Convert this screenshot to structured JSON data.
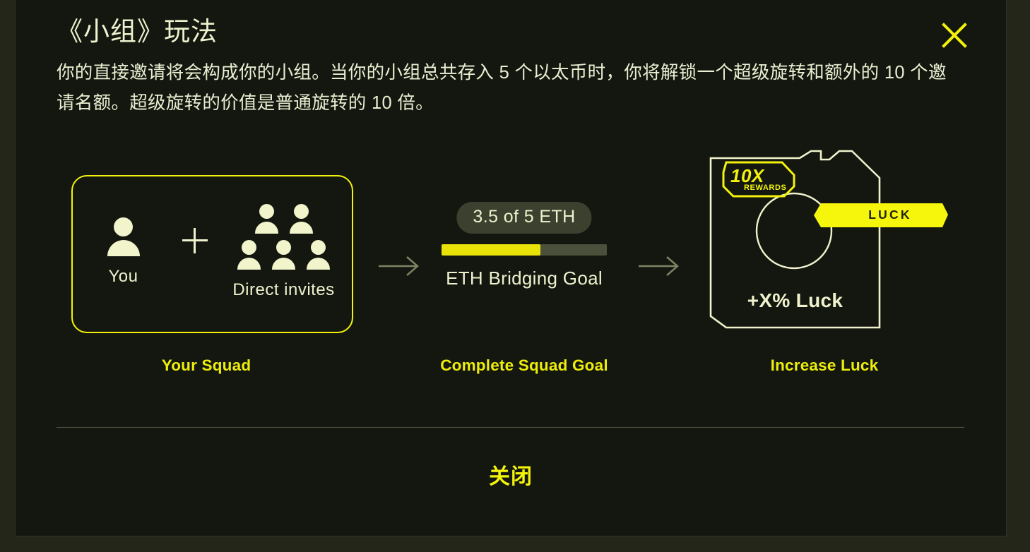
{
  "modal": {
    "title": "《小组》玩法",
    "description": "你的直接邀请将会构成你的小组。当你的小组总共存入 5 个以太币时，你将解锁一个超级旋转和额外的 10 个邀请名额。超级旋转的价值是普通旋转的 10 倍。",
    "close_icon": "close-x-icon",
    "close_button_label": "关闭"
  },
  "steps": [
    {
      "caption": "Your Squad",
      "you_label": "You",
      "invites_label": "Direct invites",
      "plus_icon": "plus-icon",
      "you_count": 1,
      "invite_count": 5
    },
    {
      "caption": "Complete Squad Goal",
      "pill": "3.5 of 5 ETH",
      "goal_label": "ETH Bridging Goal",
      "progress_current": 3.5,
      "progress_total": 5,
      "progress_percent": 60
    },
    {
      "caption": "Increase Luck",
      "badge_multiplier": "10X",
      "badge_sub": "REWARDS",
      "tag_label": "LUCK",
      "luck_text": "+X% Luck"
    }
  ],
  "arrows": {
    "first": "arrow-right-icon",
    "second": "arrow-right-icon"
  },
  "colors": {
    "accent_yellow": "#F2F20C",
    "bright_yellow": "#EDED0B",
    "cream": "#EEF2CE",
    "bg": "#14170F",
    "pill_bg": "#3B402F",
    "track": "#4A503C",
    "arrow": "#7C8362"
  }
}
